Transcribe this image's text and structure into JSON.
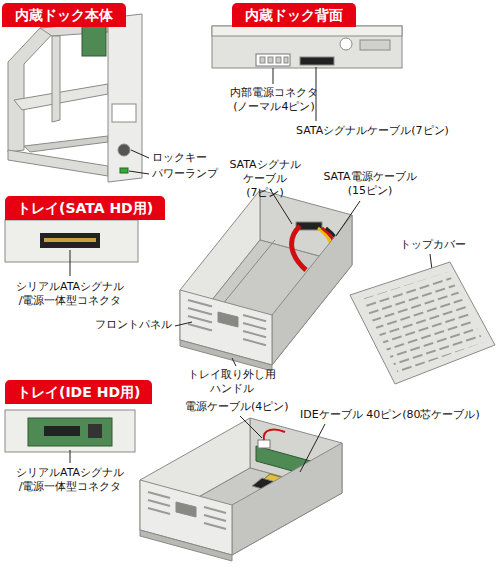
{
  "diagram": {
    "nodes": [
      {
        "text": [
          "内蔵ドック本体"
        ]
      },
      {
        "text": [
          "内蔵ドック背面"
        ]
      },
      {
        "text": [
          "トレイ(SATA HD用)"
        ]
      },
      {
        "text": [
          "トレイ(IDE HD用)"
        ]
      }
    ],
    "labels": [
      "ロックキー",
      "パワーランプ",
      "内部電源コネクタ (ノーマル4ピン)",
      "SATAシグナルケーブル(7ピン)",
      "SATAシグナル ケーブル(7ピン)",
      "SATA電源ケーブル (15ピン)",
      "トップカバー",
      "シリアルATAシグナル /電源一体型コネクタ",
      "フロントパネル",
      "トレイ取り外し用 ハンドル",
      "シリアルATAシグナル /電源一体型コネクタ",
      "電源ケーブル(4ピン)",
      "IDEケーブル 40ピン(80芯ケーブル)"
    ]
  }
}
